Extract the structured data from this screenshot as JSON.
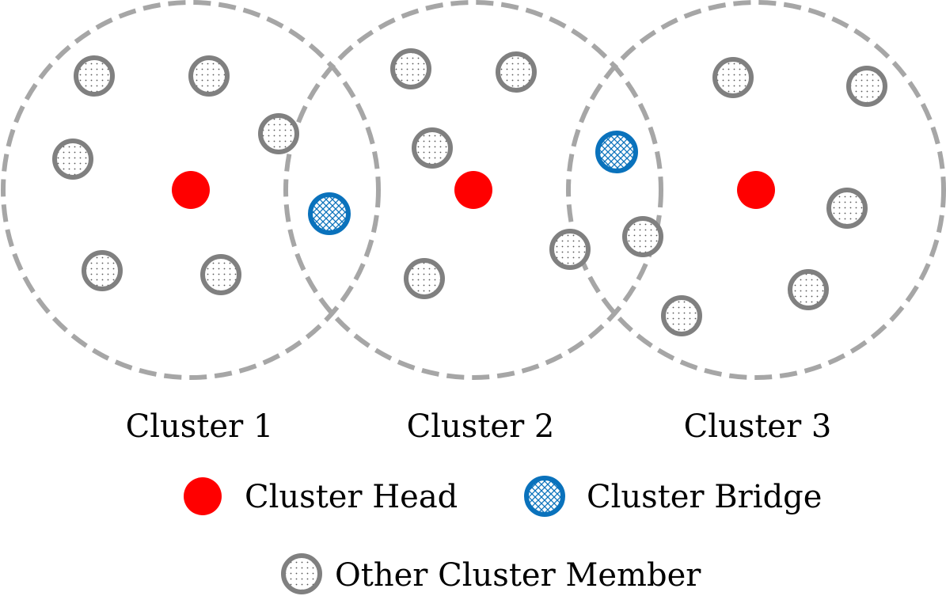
{
  "clusters": [
    {
      "label": "Cluster 1"
    },
    {
      "label": "Cluster 2"
    },
    {
      "label": "Cluster 3"
    }
  ],
  "legend": {
    "head": "Cluster Head",
    "bridge": "Cluster Bridge",
    "member": "Other Cluster Member"
  },
  "colors": {
    "head": "#ff0000",
    "bridge": "#0a72bc",
    "member_ring": "#808080",
    "boundary": "#a6a6a6"
  }
}
